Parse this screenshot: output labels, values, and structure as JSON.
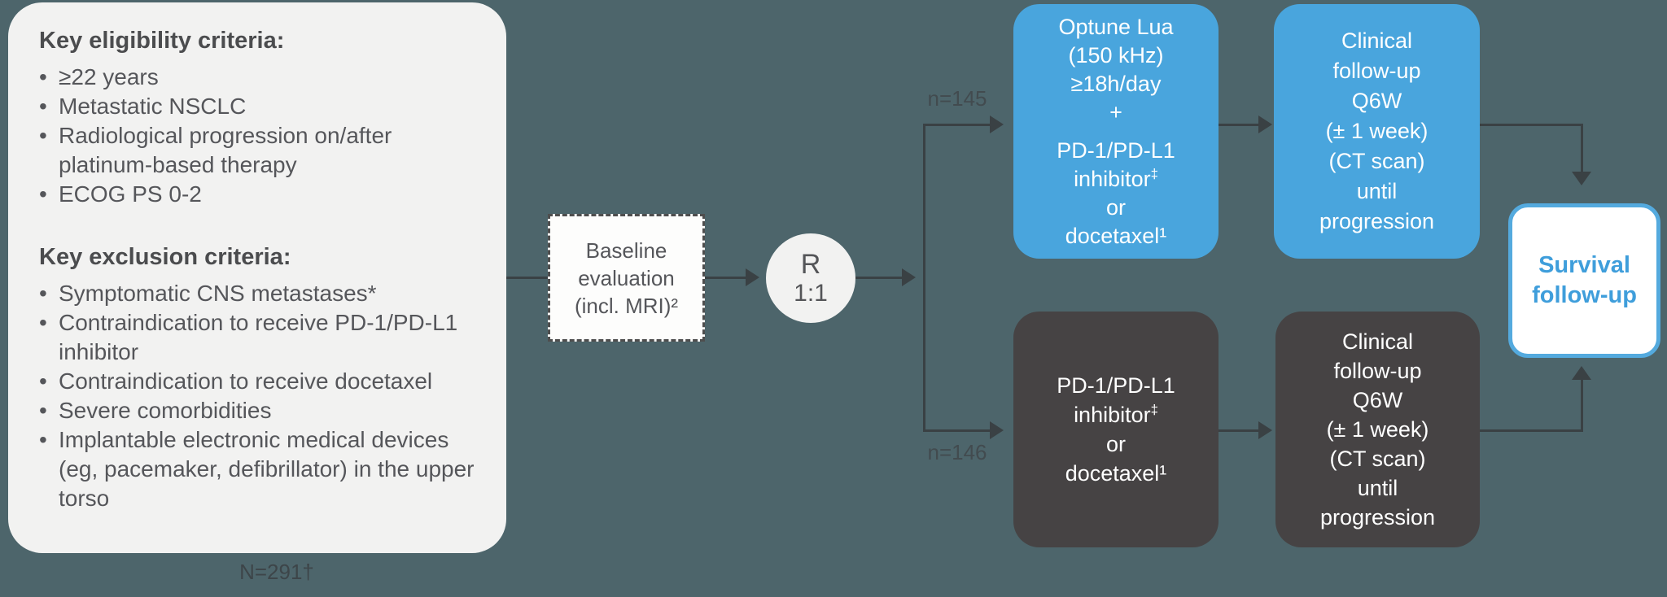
{
  "colors": {
    "background": "#4d656b",
    "accent_blue": "#49a5dd",
    "dark_box": "#464344",
    "panel_bg": "#f2f2f1",
    "connector": "#3a4144",
    "survival_text_blue": "#3f9edb"
  },
  "panel": {
    "bullet": "•",
    "eligibility_title": "Key eligibility criteria:",
    "eligibility_items": [
      "≥22 years",
      "Metastatic NSCLC",
      "Radiological progression on/after platinum-based therapy",
      "ECOG PS 0-2"
    ],
    "exclusion_title": "Key exclusion criteria:",
    "exclusion_items": [
      "Symptomatic CNS metastases*",
      "Contraindication to receive PD-1/PD-L1 inhibitor",
      "Contraindication to receive docetaxel",
      "Severe comorbidities",
      "Implantable electronic medical devices (eg, pacemaker, defibrillator) in the upper torso"
    ],
    "total_label": "N=291†"
  },
  "baseline_box": {
    "line1": "Baseline",
    "line2": "evaluation",
    "line3": "(incl. MRI)²"
  },
  "randomization": {
    "letter": "R",
    "ratio": "1:1"
  },
  "arms": {
    "top": {
      "n_label": "n=145",
      "treatment": {
        "line1": "Optune Lua",
        "line2": "(150 kHz)",
        "line3": "≥18h/day",
        "line4": "+",
        "line5": "PD-1/PD-L1",
        "line6_text": "inhibitor",
        "line6_sup": "‡",
        "line7": "or",
        "line8": "docetaxel¹"
      },
      "followup": {
        "line1": "Clinical",
        "line2": "follow-up",
        "line3": "Q6W",
        "line4": "(± 1 week)",
        "line5": "(CT scan)",
        "line6": "until",
        "line7": "progression"
      }
    },
    "bottom": {
      "n_label": "n=146",
      "treatment": {
        "line1": "PD-1/PD-L1",
        "line2_text": "inhibitor",
        "line2_sup": "‡",
        "line3": "or",
        "line4": "docetaxel¹"
      },
      "followup": {
        "line1": "Clinical",
        "line2": "follow-up",
        "line3": "Q6W",
        "line4": "(± 1 week)",
        "line5": "(CT scan)",
        "line6": "until",
        "line7": "progression"
      }
    }
  },
  "survival_box": {
    "line1": "Survival",
    "line2": "follow-up"
  }
}
